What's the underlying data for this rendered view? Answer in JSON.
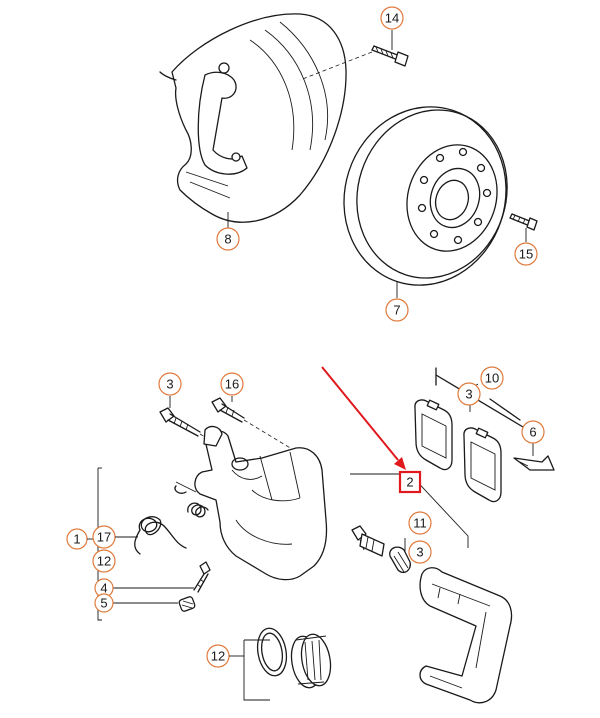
{
  "callouts": {
    "c14": "14",
    "c8": "8",
    "c15": "15",
    "c7": "7",
    "c3a": "3",
    "c16": "16",
    "c10": "10",
    "c3b": "3",
    "c6": "6",
    "c2": "2",
    "c11": "11",
    "c3c": "3",
    "c1": "1",
    "c17": "17",
    "c12a": "12",
    "c4": "4",
    "c5": "5",
    "c12b": "12"
  },
  "colors": {
    "callout_ring": "#e07a3c",
    "highlight": "#e0191e",
    "line": "#1a1a1a"
  }
}
